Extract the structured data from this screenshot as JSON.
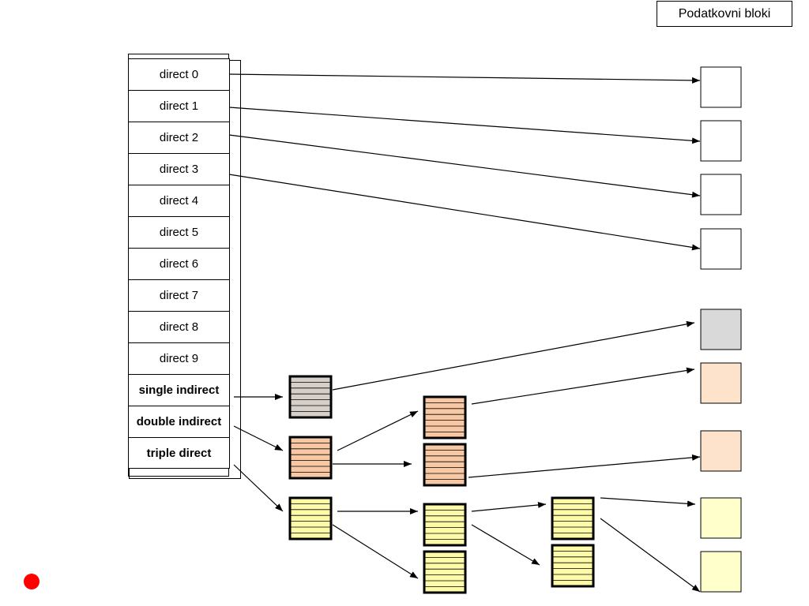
{
  "title": "Podatkovni bloki",
  "inode": {
    "slots": [
      {
        "label": "direct 0",
        "bold": false
      },
      {
        "label": "direct 1",
        "bold": false
      },
      {
        "label": "direct 2",
        "bold": false
      },
      {
        "label": "direct 3",
        "bold": false
      },
      {
        "label": "direct 4",
        "bold": false
      },
      {
        "label": "direct 5",
        "bold": false
      },
      {
        "label": "direct 6",
        "bold": false
      },
      {
        "label": "direct 7",
        "bold": false
      },
      {
        "label": "direct 8",
        "bold": false
      },
      {
        "label": "direct 9",
        "bold": false
      },
      {
        "label": "single  indirect",
        "bold": true
      },
      {
        "label": "double indirect",
        "bold": true
      },
      {
        "label": "triple direct",
        "bold": true
      }
    ]
  },
  "colors": {
    "empty_block": "#ffffff",
    "single_indirect_index": "#d6cec8",
    "single_data": "#d9d9d9",
    "double_index": "#f8c8a4",
    "double_data": "#fde3cc",
    "triple_index": "#fdfaa8",
    "triple_data": "#ffffcc",
    "marker": "#ff0000"
  },
  "block_kinds": {
    "index_blocks": [
      "single-indirect-index",
      "double-indirect-index",
      "double-indirect-l2-a",
      "double-indirect-l2-b",
      "triple-indirect-index",
      "triple-indirect-l2-a",
      "triple-indirect-l2-b",
      "triple-indirect-l3-a",
      "triple-indirect-l3-b"
    ],
    "data_blocks": [
      "data-block-d0",
      "data-block-d1",
      "data-block-d2",
      "data-block-d3",
      "data-block-single",
      "data-block-double-1",
      "data-block-double-2",
      "data-block-triple-1",
      "data-block-triple-2"
    ]
  }
}
